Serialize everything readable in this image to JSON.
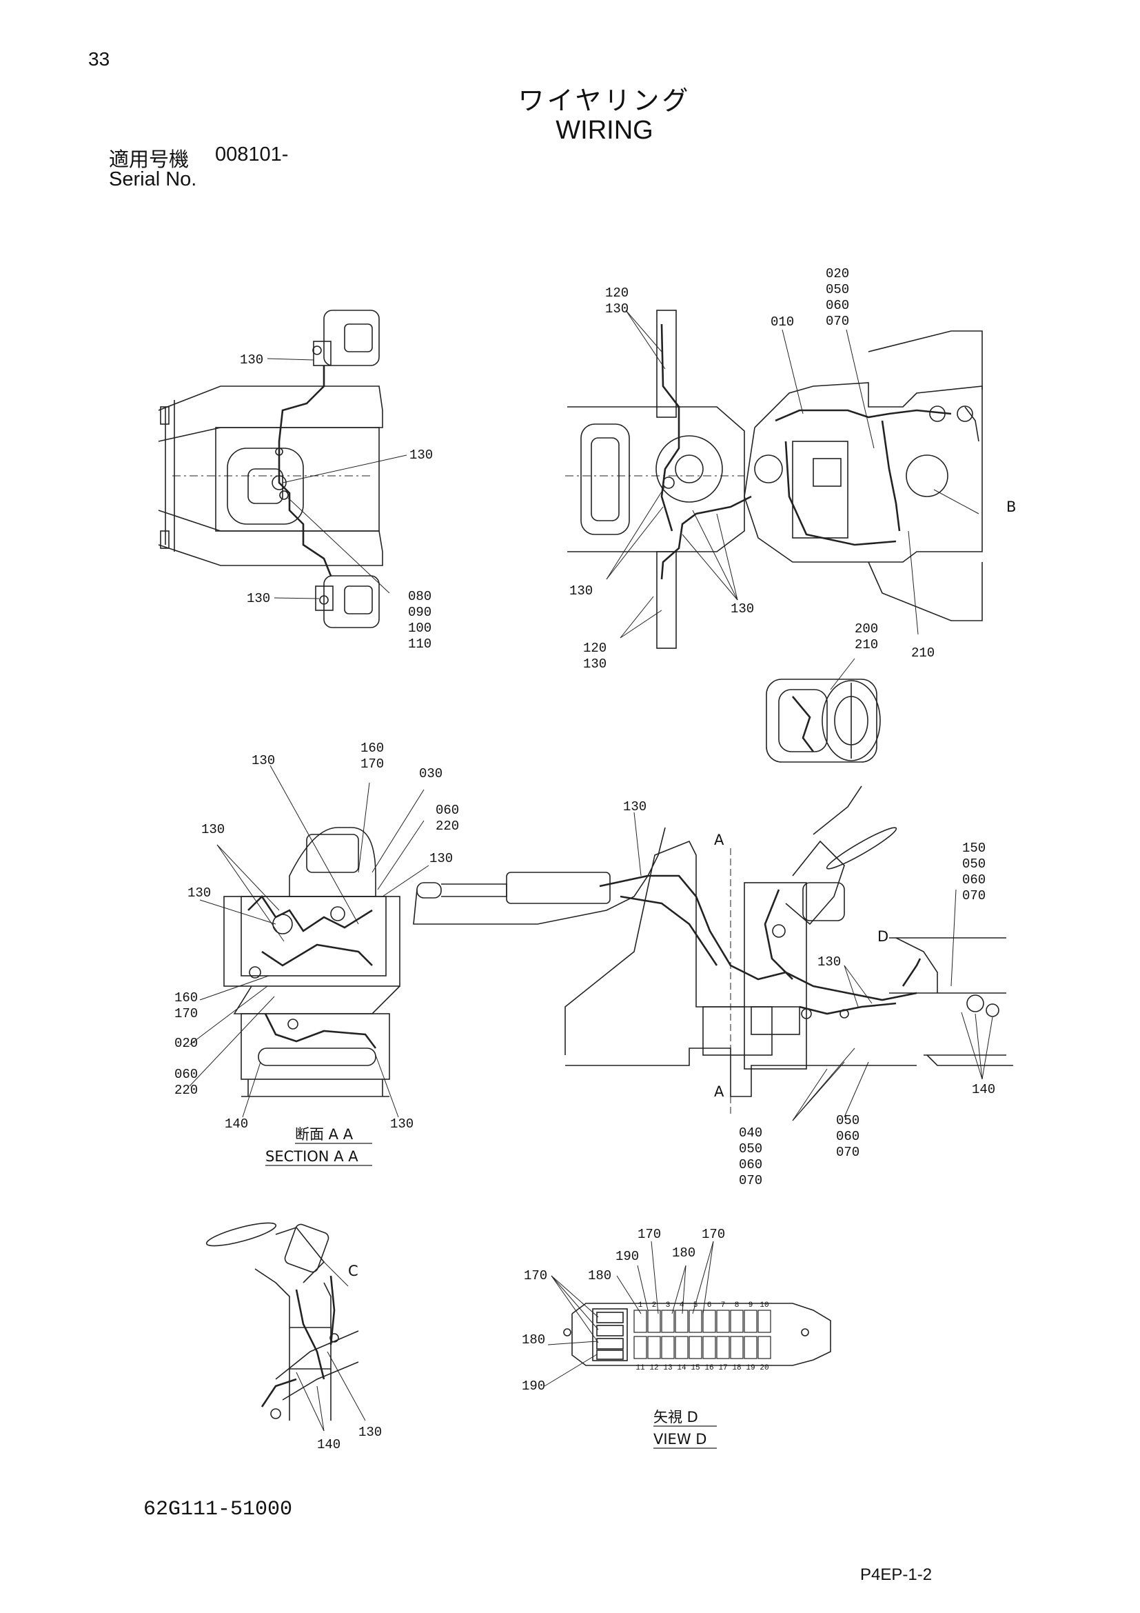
{
  "page_number": "33",
  "title_jp": "ワイヤリング",
  "title_en": "WIRING",
  "serial_label_jp": "適用号機",
  "serial_value": "008101-",
  "serial_label_en": "Serial No.",
  "part_number": "62G111-51000",
  "sheet_id": "P4EP-1-2",
  "callouts": {
    "c010": "010",
    "c020": "020",
    "c030": "030",
    "c040": "040",
    "c050": "050",
    "c060": "060",
    "c070": "070",
    "c080": "080",
    "c090": "090",
    "c100": "100",
    "c110": "110",
    "c120": "120",
    "c130": "130",
    "c140": "140",
    "c150": "150",
    "c160": "160",
    "c170": "170",
    "c180": "180",
    "c190": "190",
    "c200": "200",
    "c210": "210",
    "c220": "220"
  },
  "view_letters": {
    "a": "A",
    "b": "B",
    "c": "C",
    "d": "D"
  },
  "section_aa": {
    "jp": "断面 A A",
    "en": "SECTION A A"
  },
  "view_d": {
    "jp": "矢視 D",
    "en": "VIEW D"
  },
  "fuse_top_numbers": [
    "1",
    "2",
    "3",
    "4",
    "5",
    "6",
    "7",
    "8",
    "9",
    "10"
  ],
  "fuse_bottom_numbers": [
    "11",
    "12",
    "13",
    "14",
    "15",
    "16",
    "17",
    "18",
    "19",
    "20"
  ]
}
